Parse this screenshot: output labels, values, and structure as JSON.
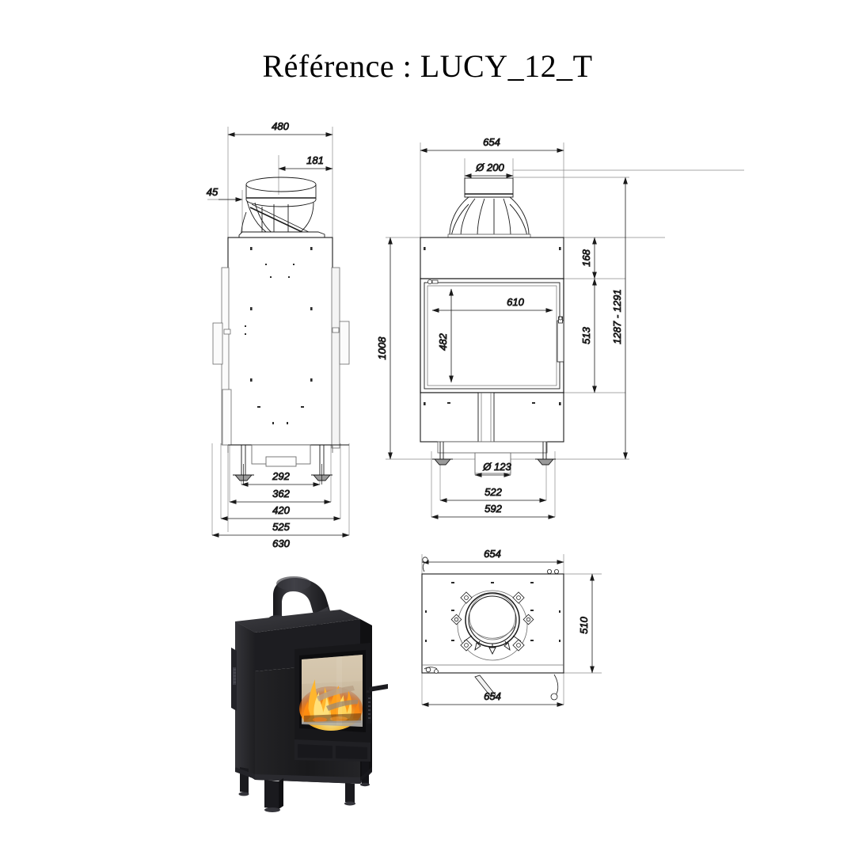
{
  "title": "Référence : LUCY_12_T",
  "views": {
    "side": {
      "name": "side-elevation-view",
      "dimensions": {
        "top_width": "480",
        "flue_width": "181",
        "offset_left": "45",
        "base_1": "292",
        "base_2": "362",
        "base_3": "420",
        "base_4": "525",
        "base_5": "630"
      }
    },
    "front": {
      "name": "front-elevation-view",
      "dimensions": {
        "total_width": "654",
        "flue_diameter": "Ø 200",
        "top_band_height": "168",
        "glass_width": "610",
        "glass_height": "482",
        "door_height": "513",
        "body_height": "1008",
        "total_height_range": "1287 - 1291",
        "air_inlet_diameter": "Ø 123",
        "feet_inner": "522",
        "feet_outer": "592"
      }
    },
    "top": {
      "name": "top-plan-view",
      "dimensions": {
        "width_top": "654",
        "depth": "510",
        "width_bottom": "654"
      }
    },
    "photo": {
      "name": "product-photograph",
      "caption": ""
    }
  },
  "colors": {
    "line": "#1a1a1a",
    "thin_line": "#6b6b6b",
    "body_black": "#1b1b1d",
    "body_black_light": "#3a3a3c",
    "glass_interior": "#cdbda4",
    "flame_orange": "#f08a1a",
    "flame_yellow": "#ffd24a",
    "background": "#ffffff"
  }
}
